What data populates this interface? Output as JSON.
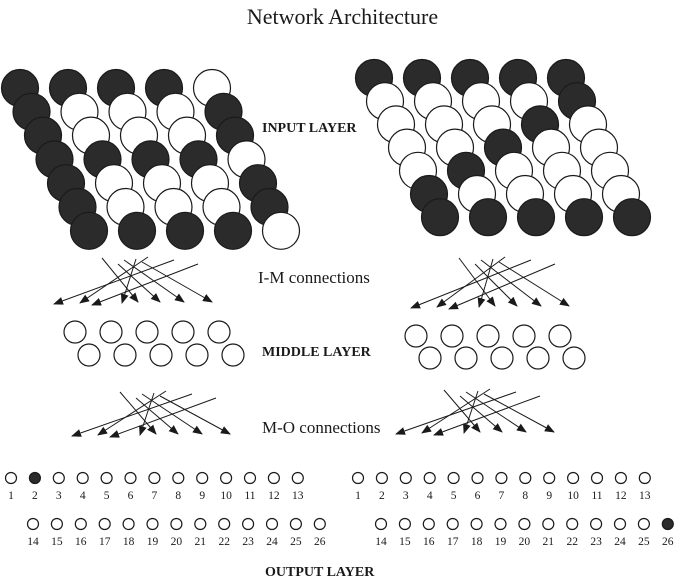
{
  "title": "Network Architecture",
  "labels": {
    "input_layer": "INPUT LAYER",
    "im_connections": "I-M connections",
    "middle_layer": "MIDDLE LAYER",
    "mo_connections": "M-O connections",
    "output_layer": "OUTPUT LAYER"
  },
  "colors": {
    "filled": "#2b2b2b",
    "stroke": "#1a1a1a",
    "empty": "#ffffff"
  },
  "input_grids": [
    {
      "name": "left-input-grid",
      "rows": [
        [
          1,
          1,
          1,
          1,
          0
        ],
        [
          1,
          0,
          0,
          0,
          1
        ],
        [
          1,
          0,
          0,
          0,
          1
        ],
        [
          1,
          1,
          1,
          1,
          0
        ],
        [
          1,
          0,
          0,
          0,
          1
        ],
        [
          1,
          0,
          0,
          0,
          1
        ],
        [
          1,
          1,
          1,
          1,
          0
        ]
      ]
    },
    {
      "name": "right-input-grid",
      "rows": [
        [
          1,
          1,
          1,
          1,
          1
        ],
        [
          0,
          0,
          0,
          0,
          1
        ],
        [
          0,
          0,
          0,
          1,
          0
        ],
        [
          0,
          0,
          1,
          0,
          0
        ],
        [
          0,
          1,
          0,
          0,
          0
        ],
        [
          1,
          0,
          0,
          0,
          0
        ],
        [
          1,
          1,
          1,
          1,
          1
        ]
      ]
    }
  ],
  "output_layers": [
    {
      "name": "left-output",
      "row1": [
        "1",
        "2",
        "3",
        "4",
        "5",
        "6",
        "7",
        "8",
        "9",
        "10",
        "11",
        "12",
        "13"
      ],
      "row2": [
        "14",
        "15",
        "16",
        "17",
        "18",
        "19",
        "20",
        "21",
        "22",
        "23",
        "24",
        "25",
        "26"
      ],
      "active": "2"
    },
    {
      "name": "right-output",
      "row1": [
        "1",
        "2",
        "3",
        "4",
        "5",
        "6",
        "7",
        "8",
        "9",
        "10",
        "11",
        "12",
        "13"
      ],
      "row2": [
        "14",
        "15",
        "16",
        "17",
        "18",
        "19",
        "20",
        "21",
        "22",
        "23",
        "24",
        "25",
        "26"
      ],
      "active": "26"
    }
  ]
}
